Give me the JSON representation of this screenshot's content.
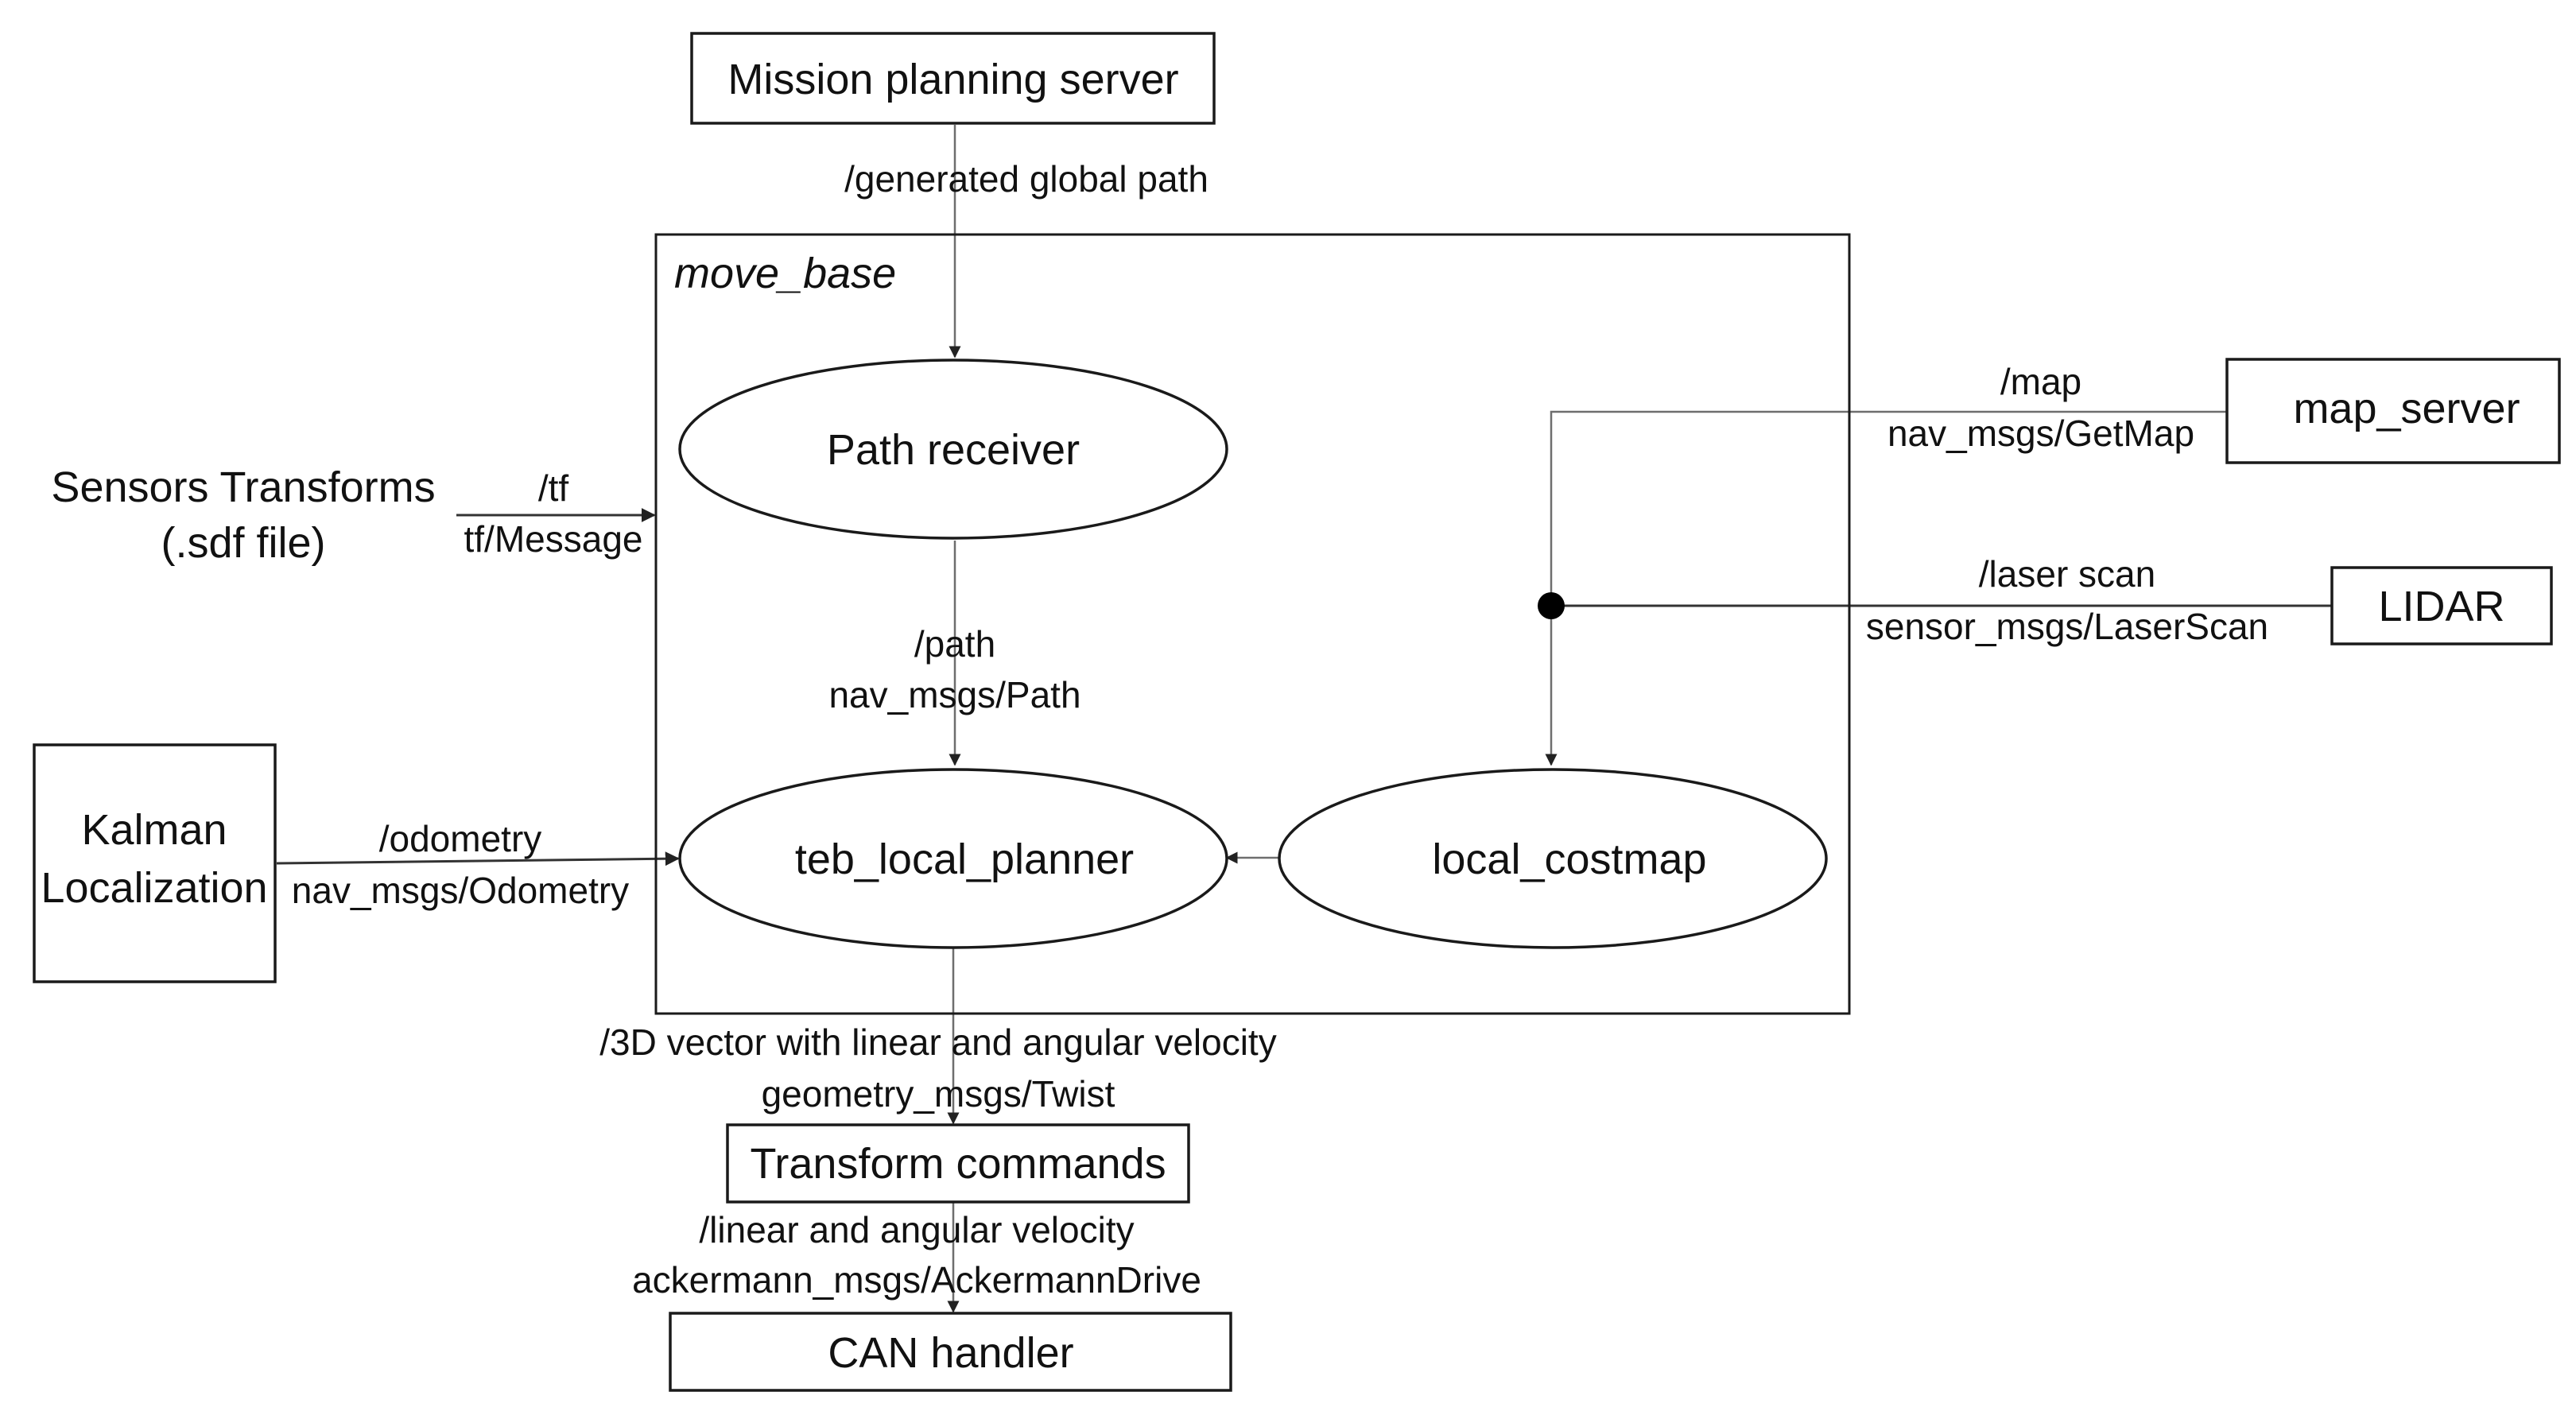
{
  "nodes": {
    "mission_planning_server": "Mission planning server",
    "move_base": "move_base",
    "path_receiver": "Path receiver",
    "teb_local_planner": "teb_local_planner",
    "local_costmap": "local_costmap",
    "map_server": "map_server",
    "lidar": "LIDAR",
    "sensors_transforms_line1": "Sensors Transforms",
    "sensors_transforms_line2": "(.sdf file)",
    "kalman_line1": "Kalman",
    "kalman_line2": "Localization",
    "transform_commands": "Transform commands",
    "can_handler": "CAN handler"
  },
  "edges": {
    "global_path": "/generated global path",
    "tf_topic": "/tf",
    "tf_type": "tf/Message",
    "path_topic": "/path",
    "path_type": "nav_msgs/Path",
    "odom_topic": "/odometry",
    "odom_type": "nav_msgs/Odometry",
    "map_topic": "/map",
    "map_type": "nav_msgs/GetMap",
    "laser_topic": "/laser scan",
    "laser_type": "sensor_msgs/LaserScan",
    "cmd_topic": "/3D vector with linear and angular velocity",
    "cmd_type": "geometry_msgs/Twist",
    "drive_topic": "/linear and angular velocity",
    "drive_type": "ackermann_msgs/AckermannDrive"
  }
}
